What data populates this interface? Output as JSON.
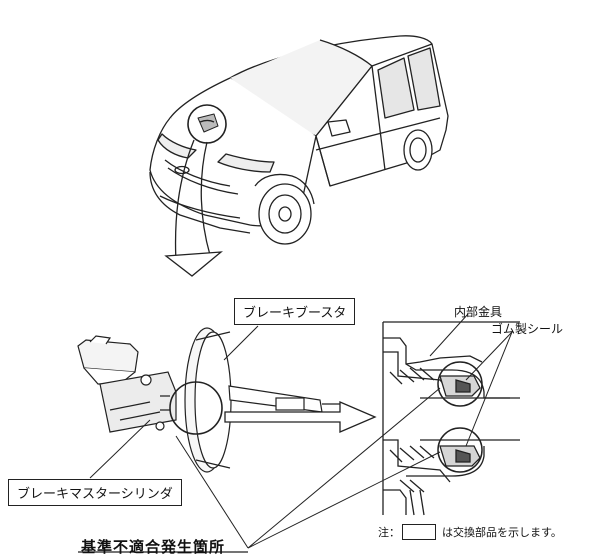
{
  "labels": {
    "brake_booster": "ブレーキブースタ",
    "master_cylinder": "ブレーキマスターシリンダ",
    "inner_fitting": "内部金具",
    "rubber_seal": "ゴム製シール",
    "defect_location": "基準不適合発生箇所",
    "note_prefix": "注：",
    "note_text": "は交換部品を示します。"
  },
  "colors": {
    "line": "#222222",
    "background": "#ffffff"
  }
}
